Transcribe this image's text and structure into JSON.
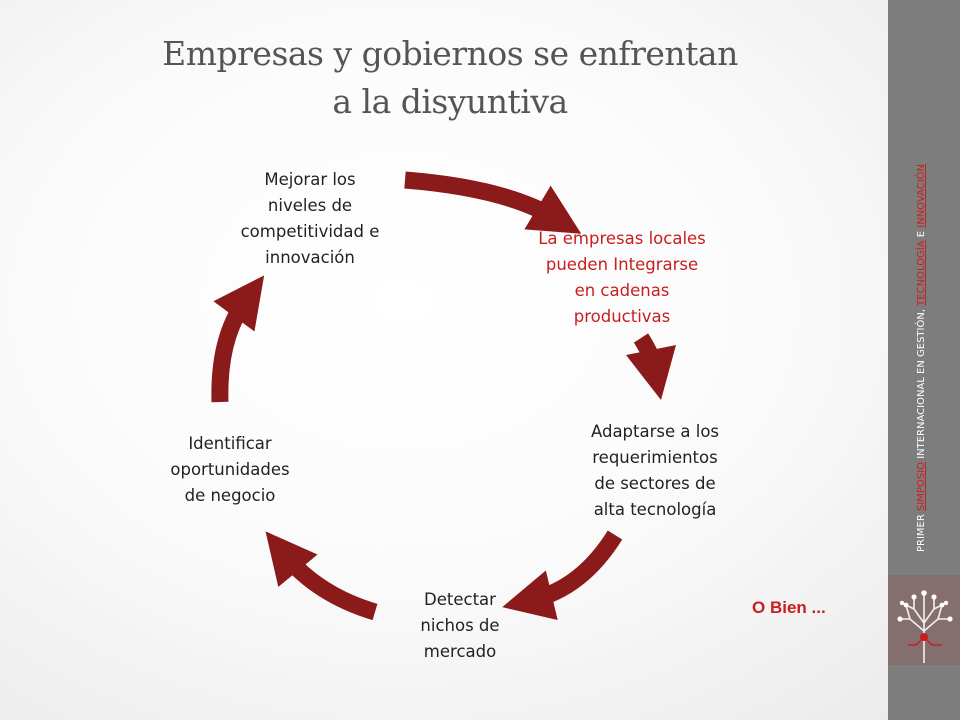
{
  "slide": {
    "title_line1": "Empresas y gobiernos se enfrentan",
    "title_line2": "a la disyuntiva",
    "footer_note": "O Bien ..."
  },
  "cycle": {
    "nodes": [
      {
        "lines": [
          "Mejorar los",
          "niveles de",
          "competitividad e",
          "innovación"
        ]
      },
      {
        "lines": [
          "La empresas locales",
          "pueden Integrarse",
          "en cadenas",
          "productivas"
        ]
      },
      {
        "lines": [
          "Adaptarse a los",
          "requerimientos",
          "de sectores de",
          "alta tecnología"
        ]
      },
      {
        "lines": [
          "Detectar",
          "nichos de",
          "mercado"
        ]
      },
      {
        "lines": [
          "Identificar",
          "oportunidades",
          "de negocio"
        ]
      }
    ],
    "arrow_color": "#8b1a1a",
    "highlight_color": "#c81e1e"
  },
  "sidebar": {
    "text_parts": [
      "PRIMER ",
      "SIMPOSIO",
      " INTERNACIONAL EN GESTIÓN, ",
      "TECNOLOGÍA",
      " E ",
      "INNOVACIÓN"
    ],
    "logo_icon": "circuit-tree-logo-icon"
  }
}
